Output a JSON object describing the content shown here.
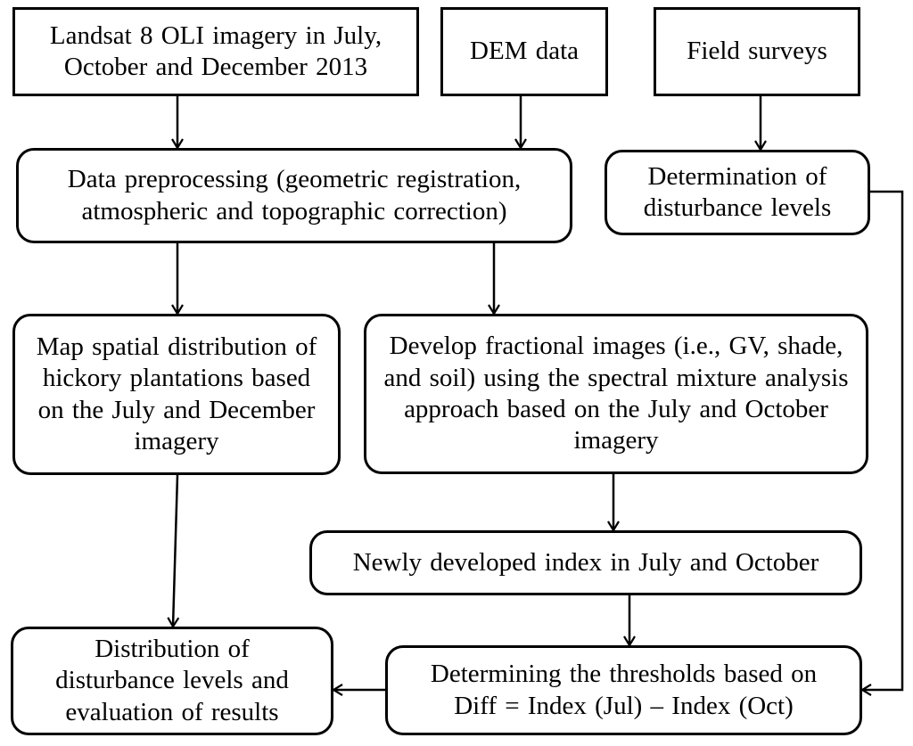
{
  "flowchart": {
    "landsat": "Landsat 8 OLI imagery in July, October and December 2013",
    "dem": "DEM data",
    "field": "Field surveys",
    "preprocessing": "Data preprocessing (geometric registration, atmospheric and topographic correction)",
    "disturbance_levels": "Determination of disturbance levels",
    "map_distribution": "Map spatial distribution of hickory plantations based on the July and December imagery",
    "fractional_images": "Develop fractional images (i.e., GV, shade, and soil) using the spectral mixture analysis approach based on the July and October imagery",
    "new_index": "Newly developed index in July and October",
    "thresholds": "Determining the thresholds based on Diff = Index (Jul) – Index (Oct)",
    "distribution_results": "Distribution of disturbance levels and evaluation of results"
  }
}
